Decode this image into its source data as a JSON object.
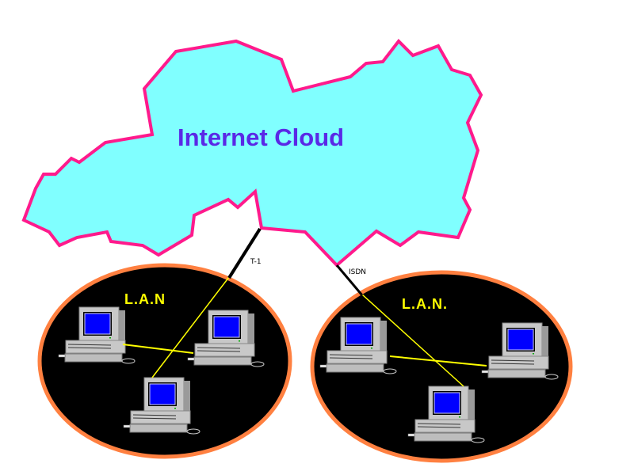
{
  "cloud": {
    "label": "Internet Cloud",
    "fill": "#80ffff",
    "outline": "#ff1a8c",
    "label_color": "#5a28e6"
  },
  "links": [
    {
      "label": "T-1",
      "from": "Internet Cloud",
      "to": "L.A.N"
    },
    {
      "label": "ISDN",
      "from": "Internet Cloud",
      "to": "L.A.N."
    }
  ],
  "lans": [
    {
      "label": "L.A.N",
      "computers": 3
    },
    {
      "label": "L.A.N.",
      "computers": 3
    }
  ],
  "colors": {
    "lan_fill": "#000000",
    "lan_border": "#ff8040",
    "lan_cable": "#ffff00",
    "wan_cable": "#000000",
    "screen": "#0000ff"
  }
}
